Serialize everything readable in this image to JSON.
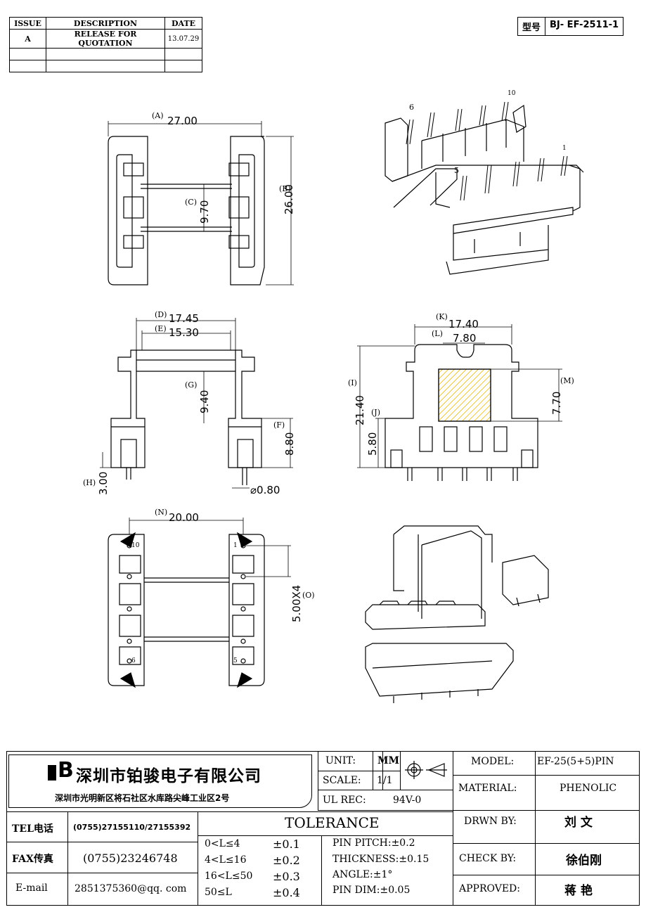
{
  "revision_table": {
    "headers": [
      "ISSUE",
      "DESCRIPTION",
      "DATE"
    ],
    "rows": [
      [
        "A",
        "RELEASE FOR QUOTATION",
        "13.07.29"
      ],
      [
        "",
        "",
        ""
      ],
      [
        "",
        "",
        ""
      ]
    ]
  },
  "model_code": {
    "label": "型号",
    "value": "BJ- EF-2511-1"
  },
  "dimensions": {
    "A": "27.00",
    "B": "26.00",
    "C": "9.70",
    "D": "17.45",
    "E": "15.30",
    "G": "9.40",
    "F": "8.80",
    "H": "3.00",
    "pin_dia": "⌀0.80",
    "K": "17.40",
    "L": "7.80",
    "I": "21.40",
    "M": "7.70",
    "J": "5.80",
    "N": "20.00",
    "O": "5.00X4"
  },
  "dim_letters": {
    "A": "(A)",
    "B": "(B)",
    "C": "(C)",
    "D": "(D)",
    "E": "(E)",
    "G": "(G)",
    "F": "(F)",
    "H": "(H)",
    "K": "(K)",
    "L": "(L)",
    "I": "(I)",
    "M": "(M)",
    "J": "(J)",
    "N": "(N)",
    "O": "(O)"
  },
  "pin_labels": {
    "p1": "1",
    "p5": "5",
    "p6": "6",
    "p10": "10"
  },
  "title_block": {
    "company_name": "深圳市铂骏电子有限公司",
    "company_address": "深圳市光明新区将石社区水库路尖峰工业区2号",
    "logo_letters": "B",
    "unit_label": "UNIT:",
    "unit_value": "MM",
    "scale_label": "SCALE:",
    "scale_value": "1/1",
    "ul_label": "UL REC:",
    "ul_value": "94V-0",
    "tel_label": "TEL电话",
    "tel_value": "(0755)27155110/27155392",
    "fax_label": "FAX传真",
    "fax_value": "(0755)23246748",
    "email_label": "E-mail",
    "email_value": "2851375360@qq. com",
    "tolerance_title": "TOLERANCE",
    "tolerance_rows": [
      {
        "range": "0<L≤4",
        "tol": "±0.1"
      },
      {
        "range": "4<L≤16",
        "tol": "±0.2"
      },
      {
        "range": "16<L≤50",
        "tol": "±0.3"
      },
      {
        "range": "50≤L",
        "tol": "±0.4"
      }
    ],
    "pin_pitch": "PIN PITCH:±0.2",
    "thickness": "THICKNESS:±0.15",
    "angle": "ANGLE:±1°",
    "pin_dim": "PIN DIM:±0.05",
    "model_label": "MODEL:",
    "model_value": "EF-25(5+5)PIN",
    "material_label": "MATERIAL:",
    "material_value": "PHENOLIC",
    "drawn_label": "DRWN BY:",
    "drawn_value": "刘 文",
    "check_label": "CHECK BY:",
    "check_value": "徐伯刚",
    "approved_label": "APPROVED:",
    "approved_value": "蒋 艳"
  }
}
